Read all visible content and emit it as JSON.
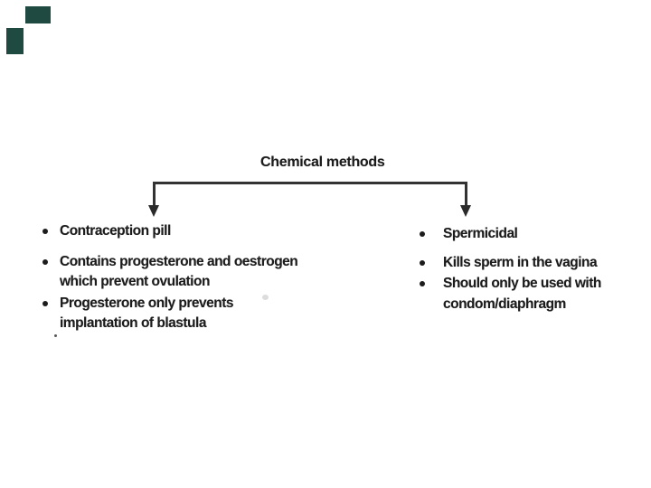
{
  "title": "Chemical methods",
  "columns": {
    "left": {
      "items": [
        {
          "lines": [
            "Contraception pill"
          ]
        },
        {
          "lines": [
            "Contains progesterone and oestrogen",
            "which prevent ovulation"
          ]
        },
        {
          "lines": [
            "Progesterone only prevents",
            "implantation of blastula"
          ]
        }
      ]
    },
    "right": {
      "items": [
        {
          "lines": [
            "Spermicidal"
          ]
        },
        {
          "lines": [
            "Kills sperm in the vagina"
          ]
        },
        {
          "lines": [
            "Should only be used with",
            "condom/diaphragm"
          ]
        }
      ]
    }
  },
  "icons": {
    "bullet": "round-dot",
    "branch_arrows": "arrow-down"
  },
  "colors": {
    "background": "#ffffff",
    "ink": "#1c1c1c",
    "connector_line": "#333333",
    "decor_accent": "#1e4a41"
  }
}
